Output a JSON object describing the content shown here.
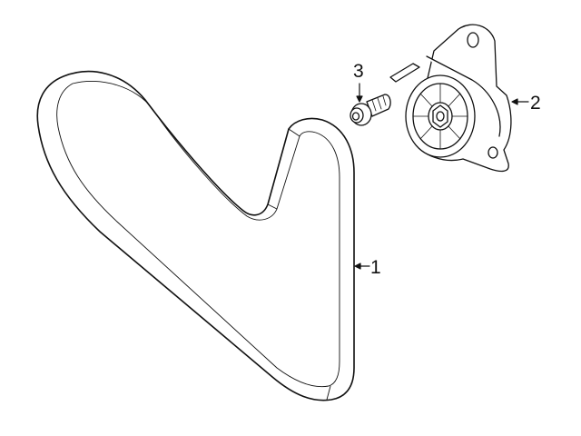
{
  "diagram": {
    "type": "exploded parts diagram",
    "background": "#ffffff",
    "stroke_color": "#111111",
    "parts": [
      {
        "callout": "1",
        "name": "serpentine-belt"
      },
      {
        "callout": "2",
        "name": "belt-tensioner"
      },
      {
        "callout": "3",
        "name": "tensioner-bolt"
      }
    ]
  }
}
